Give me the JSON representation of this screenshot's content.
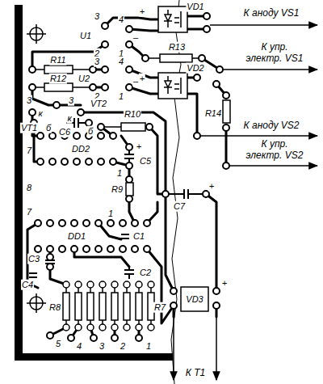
{
  "diagram": {
    "labels": [
      "3",
      "4",
      "+",
      "VD1",
      "К аноду VS1",
      "U1",
      "2",
      "1",
      "–",
      "R13",
      "К упр. электр. VS1",
      "R11",
      "3",
      "4",
      "+",
      "R12",
      "U2",
      "2",
      "1",
      "–",
      "VD2",
      "R14",
      "К аноду VS2",
      "К упр. электр. VS2",
      "3",
      "3",
      "VT2",
      "к",
      "к",
      "VT1",
      "б",
      "C6",
      "б",
      "R10",
      "DD2",
      "+",
      "C5",
      "7",
      "1",
      "8",
      "R9",
      "C7",
      "+",
      "7",
      "1",
      "DD1",
      "C1",
      "C3",
      "C2",
      "C4",
      "VD3",
      "+",
      "R8",
      "R7",
      "5",
      "4",
      "3",
      "2",
      "1",
      "К Т1"
    ]
  }
}
